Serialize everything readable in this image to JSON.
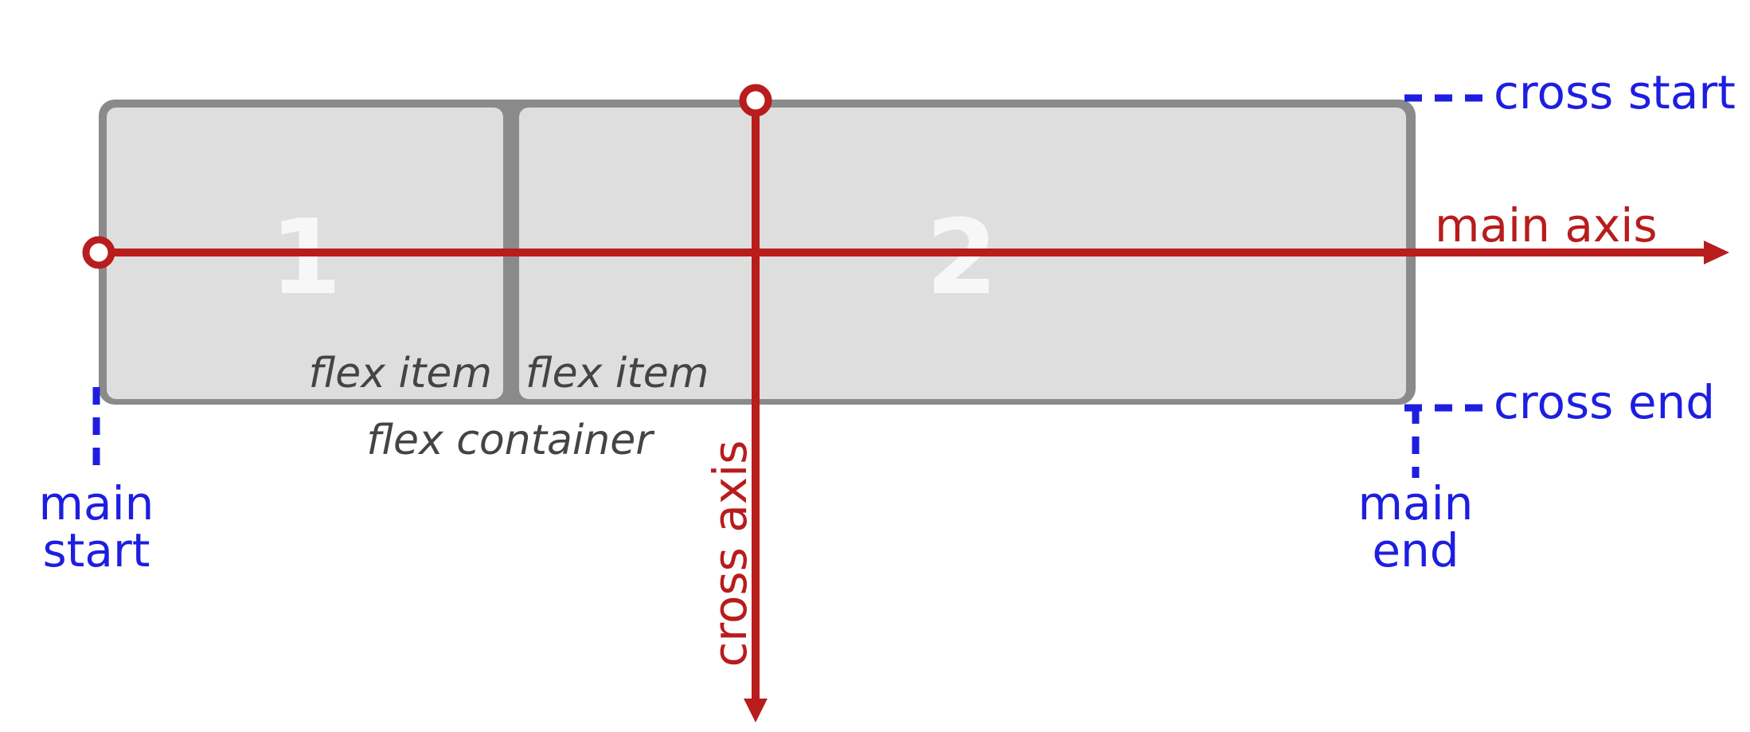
{
  "items": [
    {
      "number": "1",
      "label": "flex item"
    },
    {
      "number": "2",
      "label": "flex item"
    }
  ],
  "container_label": "flex container",
  "axes": {
    "main": "main axis",
    "cross": "cross axis"
  },
  "edges": {
    "cross_start": "cross start",
    "cross_end": "cross end",
    "main_start_line1": "main",
    "main_start_line2": "start",
    "main_end_line1": "main",
    "main_end_line2": "end"
  },
  "colors": {
    "axis": "#b81c1c",
    "edge": "#1d1ee0",
    "container_border": "#8a8a8a",
    "item_fill": "#dedede",
    "item_number": "#f7f7f7",
    "label_text": "#444444"
  }
}
